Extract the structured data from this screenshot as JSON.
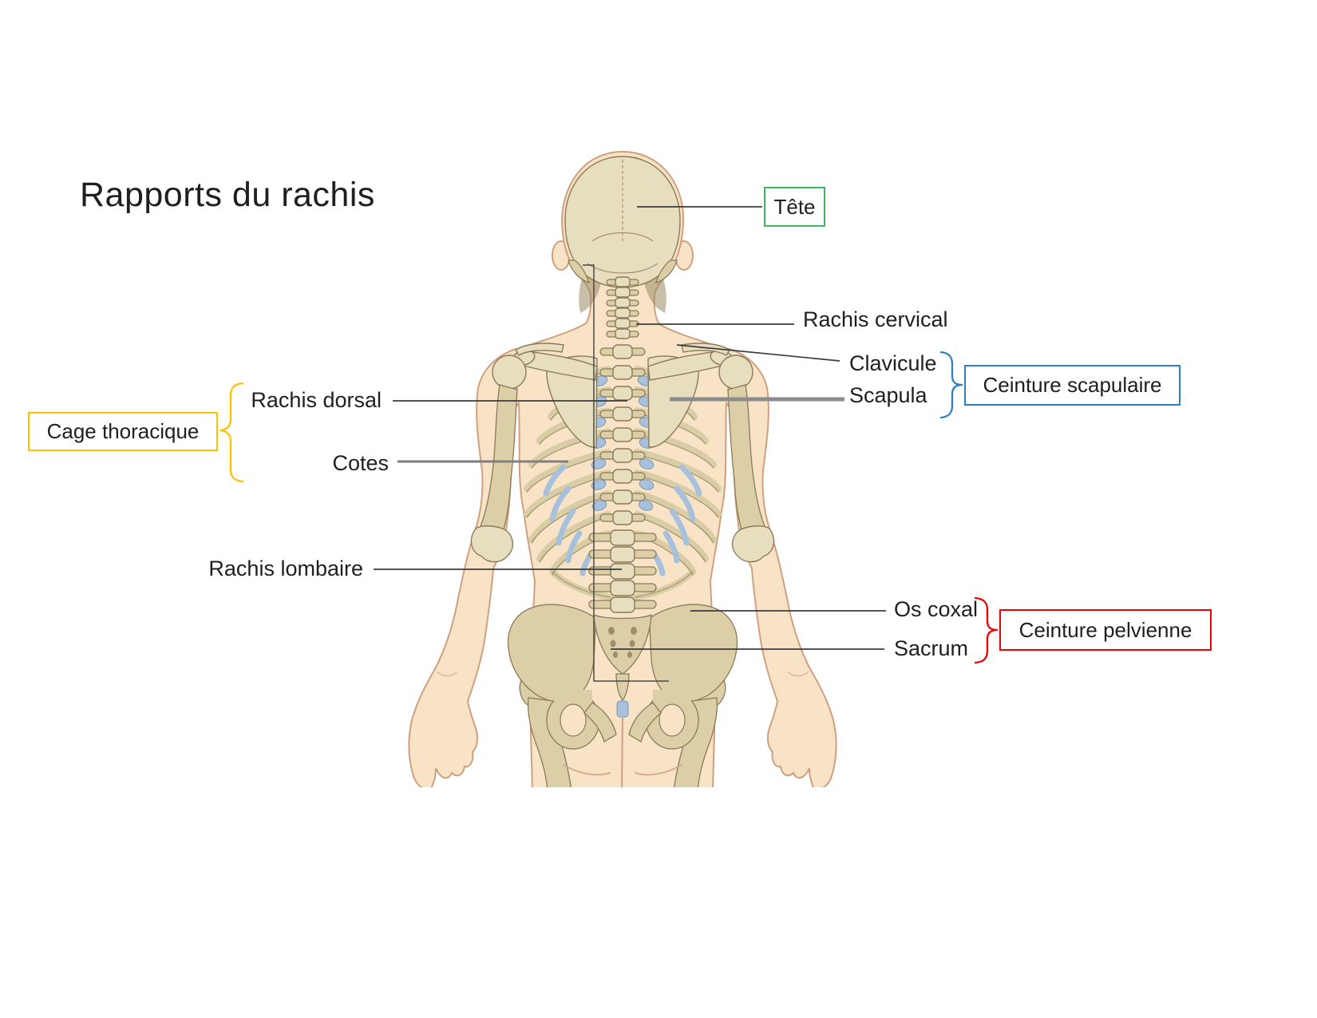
{
  "title": "Rapports du rachis",
  "figure": {
    "description": "Posterior view of human skeleton torso (head to upper thighs)",
    "palette": {
      "skin": "#f8e3c7",
      "skin_outline": "#d0a07e",
      "bone": "#e7ddbf",
      "bone_outline": "#8a7a58",
      "cartilage_blue": "#a7c1dd"
    }
  },
  "labels": {
    "rachis_cervical": "Rachis cervical",
    "clavicule": "Clavicule",
    "scapula": "Scapula",
    "rachis_dorsal": "Rachis dorsal",
    "cotes": "Cotes",
    "rachis_lombaire": "Rachis lombaire",
    "os_coxal": "Os coxal",
    "sacrum": "Sacrum"
  },
  "boxes": {
    "tete": {
      "label": "Tête",
      "border": "#3db364"
    },
    "ceinture_scapulaire": {
      "label": "Ceinture scapulaire",
      "border": "#2e7fc1"
    },
    "cage_thoracique": {
      "label": "Cage thoracique",
      "border": "#ffc000"
    },
    "ceinture_pelvienne": {
      "label": "Ceinture pelvienne",
      "border": "#f20000"
    }
  },
  "bracket_colors": {
    "scapulaire": "#2e7fc1",
    "thoracique": "#ffc000",
    "pelvienne": "#f20000"
  }
}
